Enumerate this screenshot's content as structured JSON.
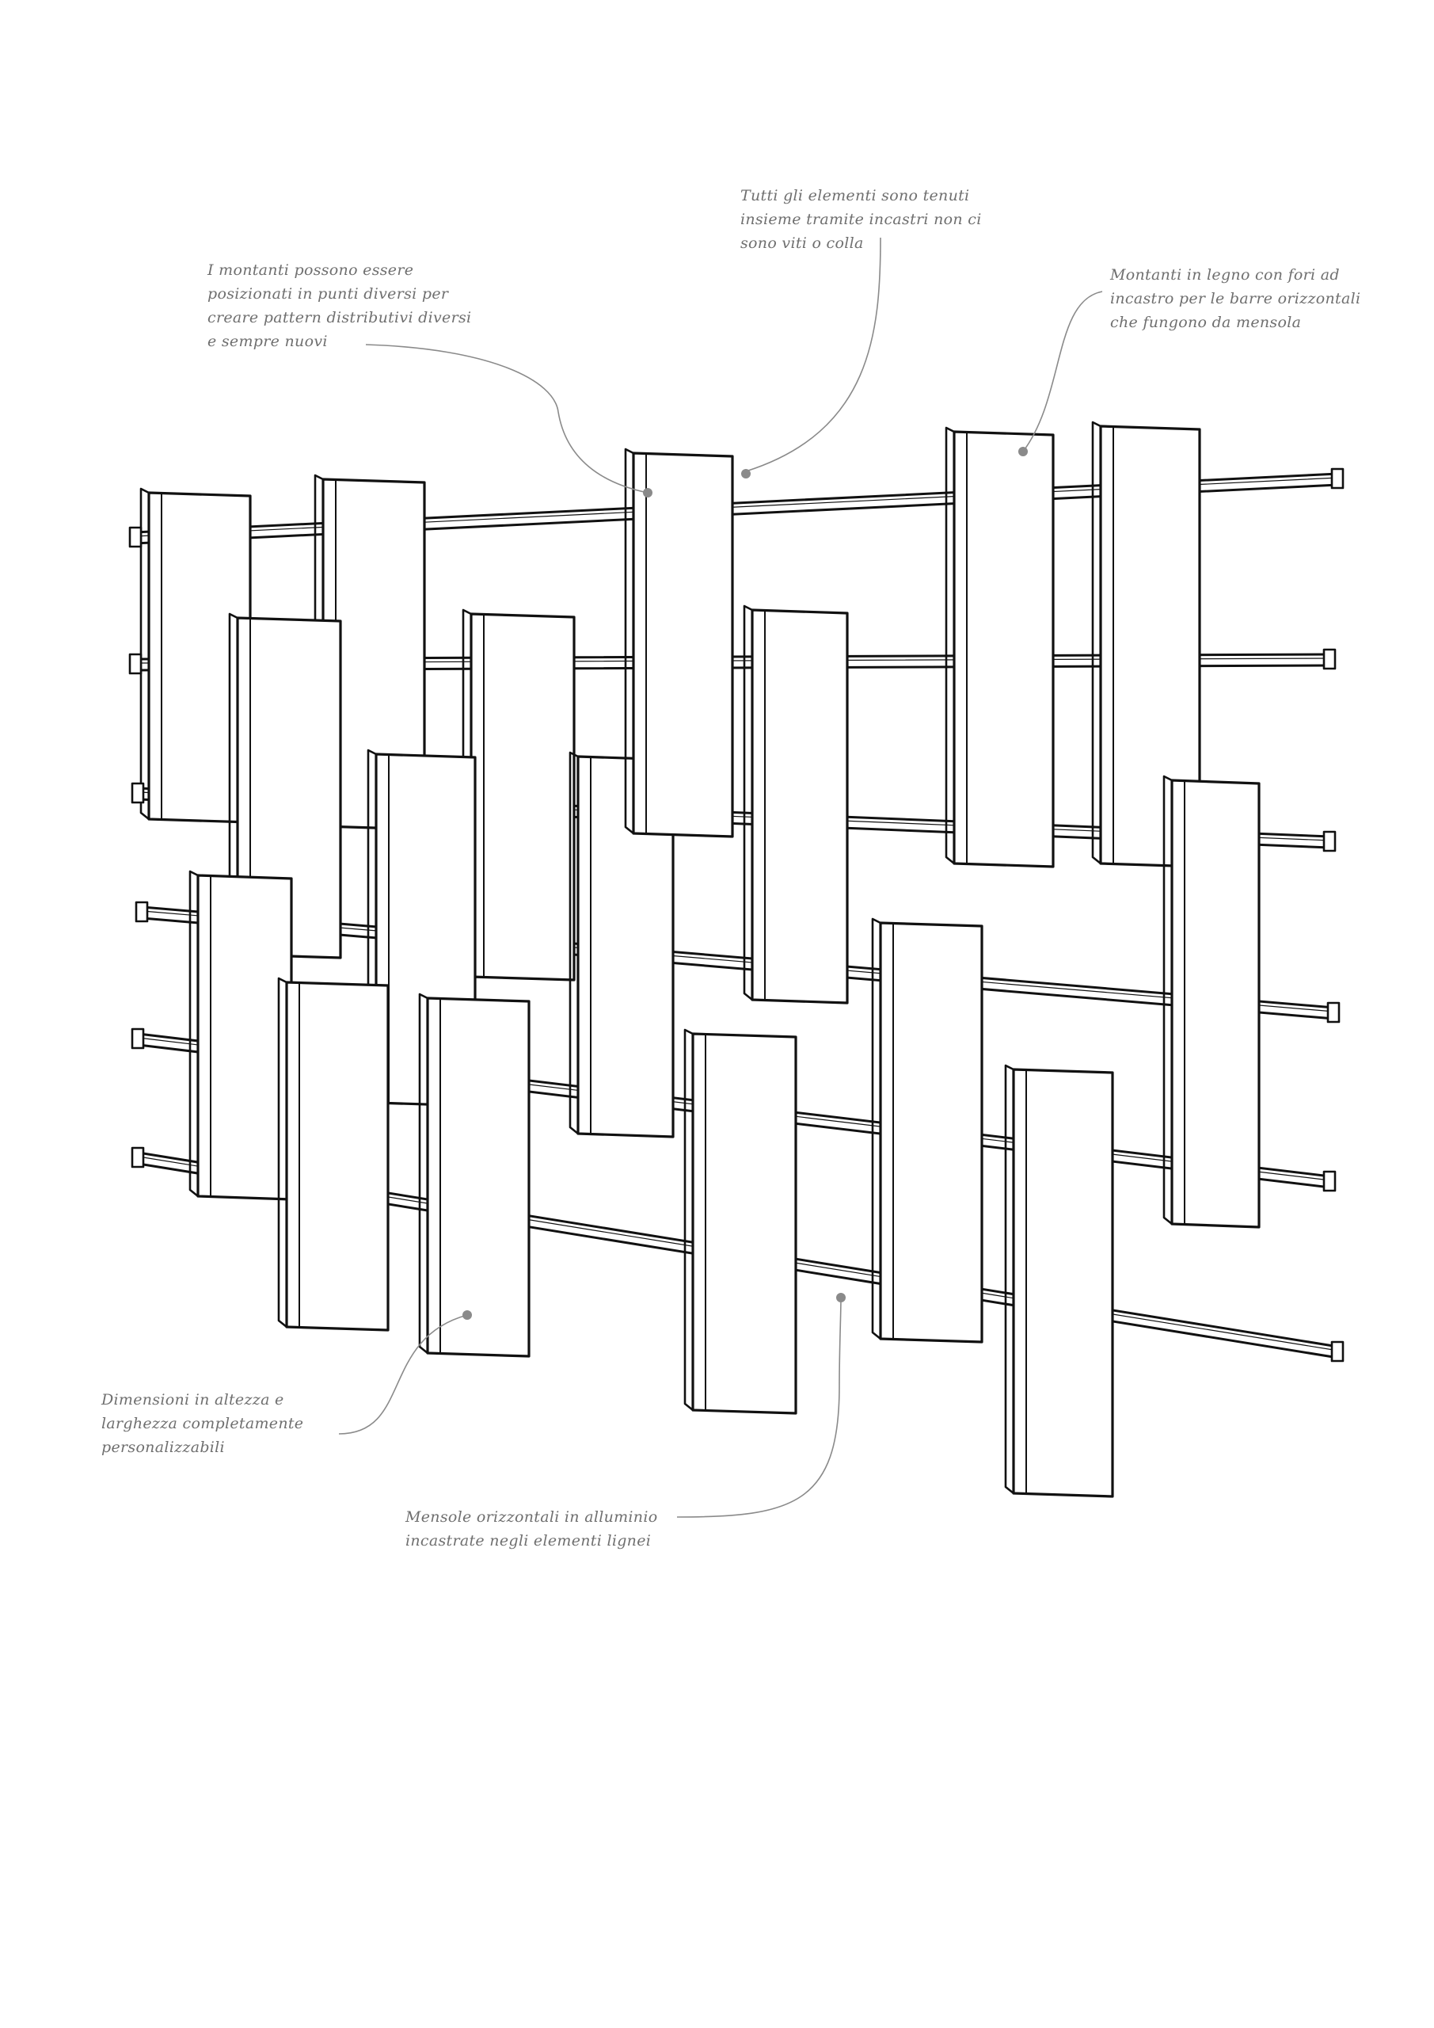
{
  "annotations": {
    "joints": "Tutti gli elementi sono tenuti\ninsieme tramite incastri non ci\nsono viti o colla",
    "uprights_position": "I montanti possono essere\nposizionati in punti diversi per\ncreare pattern distributivi diversi\ne sempre nuovi",
    "wood_uprights": "Montanti in legno con fori ad\nincastro per le barre orizzontali\nche fungono da mensola",
    "dimensions": "Dimensioni in altezza e\nlarghezza completamente\npersonalizzabili",
    "aluminium_shelves": "Mensole orizzontali in alluminio\nincastrate negli elementi lignei"
  },
  "colors": {
    "line": "#111111",
    "leader": "#8a8a8a",
    "dot": "#8a8a8a",
    "text": "#6f6f6f",
    "background": "#ffffff"
  }
}
